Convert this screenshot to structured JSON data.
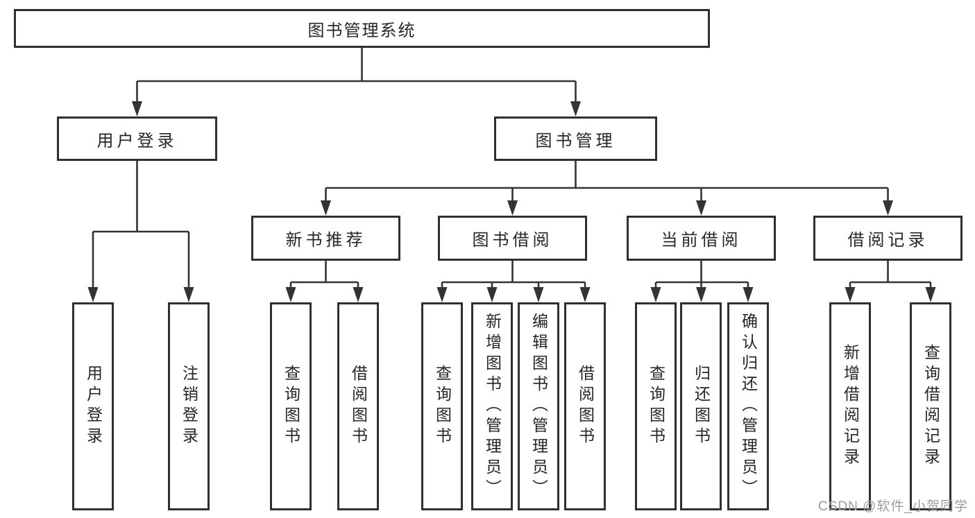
{
  "diagram": {
    "root": {
      "label": "图书管理系统"
    },
    "level2": [
      {
        "label": "用户登录"
      },
      {
        "label": "图书管理"
      }
    ],
    "level3": [
      {
        "label": "新书推荐"
      },
      {
        "label": "图书借阅"
      },
      {
        "label": "当前借阅"
      },
      {
        "label": "借阅记录"
      }
    ],
    "leaves": {
      "login": [
        {
          "label": "用户登录"
        },
        {
          "label": "注销登录"
        }
      ],
      "recommend": [
        {
          "label": "查询图书"
        },
        {
          "label": "借阅图书"
        }
      ],
      "borrow": [
        {
          "label": "查询图书"
        },
        {
          "label": "新增图书（管理员）"
        },
        {
          "label": "编辑图书（管理员）"
        },
        {
          "label": "借阅图书"
        }
      ],
      "current": [
        {
          "label": "查询图书"
        },
        {
          "label": "归还图书"
        },
        {
          "label": "确认归还（管理员）"
        }
      ],
      "records": [
        {
          "label": "新增借阅记录"
        },
        {
          "label": "查询借阅记录"
        }
      ]
    }
  },
  "watermark": "CSDN @软件_小贺同学",
  "colors": {
    "line": "#333333",
    "border": "#2f2f2f",
    "text": "#262626",
    "watermark": "#9c9c9c",
    "background": "#ffffff"
  }
}
